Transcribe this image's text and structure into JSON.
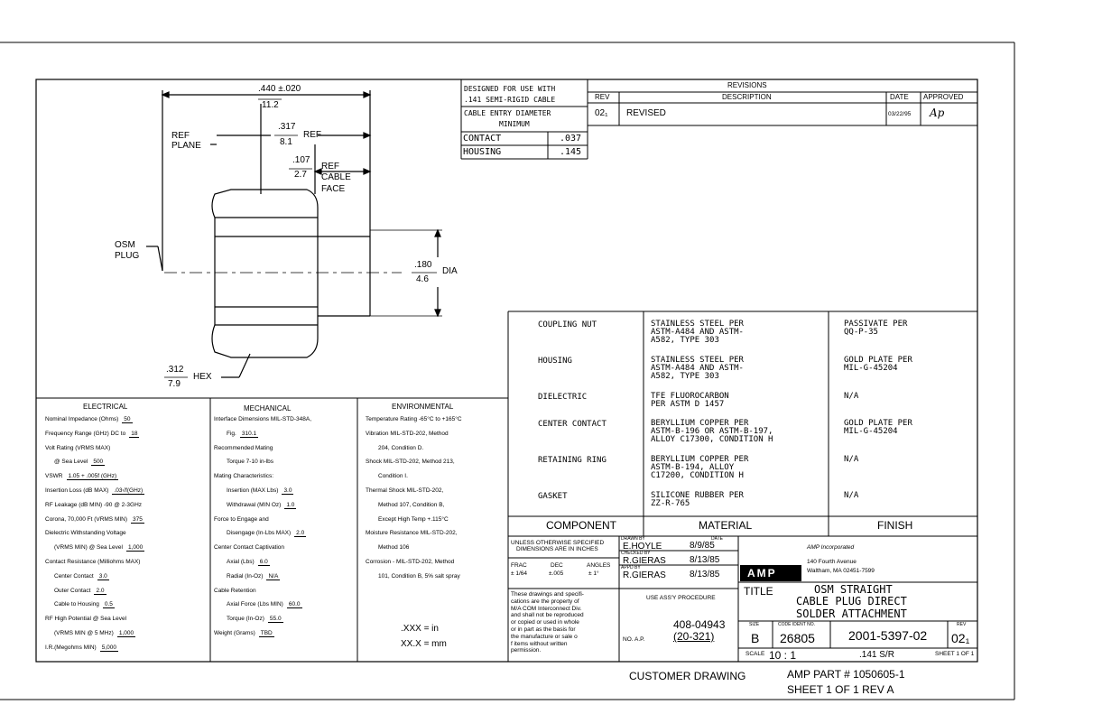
{
  "drawing": {
    "dim_overall": ".440 ±.020",
    "dim_overall_mm": "11.2",
    "dim_ref_plane": ".317",
    "dim_ref_plane_mm": "8.1",
    "ref_label": "REF",
    "ref_plane_label_1": "REF",
    "ref_plane_label_2": "PLANE",
    "dim_cable_face": ".107",
    "dim_cable_face_mm": "2.7",
    "cable_face_1": "REF",
    "cable_face_2": "CABLE",
    "cable_face_3": "FACE",
    "osm_plug_1": "OSM",
    "osm_plug_2": "PLUG",
    "dim_dia": ".180",
    "dim_dia_mm": "4.6",
    "dia_label": "DIA",
    "dim_hex": ".312",
    "dim_hex_mm": "7.9",
    "hex_label": "HEX"
  },
  "design_box": {
    "line1": "DESIGNED FOR USE WITH",
    "line2": ".141 SEMI-RIGID CABLE",
    "line3": "CABLE ENTRY DIAMETER",
    "line4": "MINIMUM",
    "contact_label": "CONTACT",
    "contact_value": ".037",
    "housing_label": "HOUSING",
    "housing_value": ".145"
  },
  "revisions": {
    "title": "REVISIONS",
    "col_rev": "REV",
    "col_desc": "DESCRIPTION",
    "col_date": "DATE",
    "col_approved": "APPROVED",
    "rev": "02₁",
    "desc": "REVISED",
    "date": "03/22/95",
    "approved": "Ap"
  },
  "electrical": {
    "title": "ELECTRICAL",
    "rows": [
      {
        "label": "Nominal Impedance (Ohms)",
        "value": "50"
      },
      {
        "label": "Frequency Range (GHz) DC to",
        "value": "18"
      },
      {
        "label": "Volt Rating (VRMS MAX)",
        "value": ""
      },
      {
        "label": "  @ Sea Level",
        "value": "500"
      },
      {
        "label": "VSWR",
        "value": "1.05 + .005f (GHz)"
      },
      {
        "label": "Insertion Loss (dB MAX)",
        "value": ".03√f(GHz)"
      },
      {
        "label": "RF Leakage (dB MIN) -90 @ 2-3GHz",
        "value": ""
      },
      {
        "label": "Corona, 70,000 Ft (VRMS MIN)",
        "value": "375"
      },
      {
        "label": "Dielectric Withstanding Voltage",
        "value": ""
      },
      {
        "label": "  (VRMS MIN) @ Sea Level",
        "value": "1,000"
      },
      {
        "label": "Contact Resistance (Milliohms MAX)",
        "value": ""
      },
      {
        "label": "  Center Contact",
        "value": "3.0"
      },
      {
        "label": "  Outer Contact",
        "value": "2.0"
      },
      {
        "label": "  Cable to Housing",
        "value": "0.5"
      },
      {
        "label": "RF High Potential @ Sea Level",
        "value": ""
      },
      {
        "label": "  (VRMS MIN @ 5 MHz)",
        "value": "1,000"
      },
      {
        "label": "I.R.(Megohms MIN)",
        "value": "5,000"
      }
    ]
  },
  "mechanical": {
    "title": "MECHANICAL",
    "rows": [
      {
        "label": "Interface Dimensions MIL-STD-348A,",
        "value": ""
      },
      {
        "label": "  Fig.",
        "value": "310.1"
      },
      {
        "label": "Recommended Mating",
        "value": ""
      },
      {
        "label": "  Torque 7-10 in-lbs",
        "value": ""
      },
      {
        "label": "Mating Characteristics:",
        "value": ""
      },
      {
        "label": "  Insertion (MAX Lbs)",
        "value": "3.0"
      },
      {
        "label": "  Withdrawal (MIN Oz)",
        "value": "1.0"
      },
      {
        "label": "Force to Engage and",
        "value": ""
      },
      {
        "label": "  Disengage (In-Lbs MAX)",
        "value": "2.0"
      },
      {
        "label": "Center Contact Captivation",
        "value": ""
      },
      {
        "label": "  Axial (Lbs)",
        "value": "6.0"
      },
      {
        "label": "  Radial (In-Oz)",
        "value": "N/A"
      },
      {
        "label": "Cable Retention",
        "value": ""
      },
      {
        "label": "  Axial Force (Lbs MIN)",
        "value": "60.0"
      },
      {
        "label": "  Torque (In-Oz)",
        "value": "55.0"
      },
      {
        "label": "Weight (Grams)",
        "value": "TBD"
      }
    ]
  },
  "environmental": {
    "title": "ENVIRONMENTAL",
    "rows": [
      "Temperature Rating -65°C to +165°C",
      "Vibration MIL-STD-202, Method",
      "  204, Condition D.",
      "Shock MIL-STD-202, Method 213,",
      "  Condition I.",
      "Thermal Shock MIL-STD-202,",
      "  Method 107, Condition B,",
      "  Except High Temp +.115°C",
      "Moisture Resistance MIL-STD-202,",
      "  Method 106",
      "Corrosion - MIL-STD-202, Method",
      "  101, Condition B, 5% salt spray"
    ],
    "tol_1": ".XXX = in",
    "tol_2": "XX.X = mm"
  },
  "materials": {
    "rows": [
      {
        "component": "COUPLING NUT",
        "material": "STAINLESS STEEL PER\nASTM-A484 AND ASTM-\nA582, TYPE 303",
        "finish": "PASSIVATE PER\nQQ-P-35"
      },
      {
        "component": "HOUSING",
        "material": "STAINLESS STEEL PER\nASTM-A484 AND ASTM-\nA582, TYPE 303",
        "finish": "GOLD PLATE PER\nMIL-G-45204"
      },
      {
        "component": "DIELECTRIC",
        "material": "TFE FLUOROCARBON\nPER ASTM D 1457",
        "finish": "N/A"
      },
      {
        "component": "CENTER CONTACT",
        "material": "BERYLLIUM COPPER PER\nASTM-B-196 OR ASTM-B-197,\nALLOY C17300, CONDITION H",
        "finish": "GOLD PLATE PER\nMIL-G-45204"
      },
      {
        "component": "RETAINING RING",
        "material": "BERYLLIUM COPPER PER\nASTM-B-194, ALLOY\nC17200, CONDITION H",
        "finish": "N/A"
      },
      {
        "component": "GASKET",
        "material": "SILICONE RUBBER PER\nZZ-R-765",
        "finish": "N/A"
      }
    ],
    "head_component": "COMPONENT",
    "head_material": "MATERIAL",
    "head_finish": "FINISH"
  },
  "title_block": {
    "unless_1": "UNLESS OTHERWISE SPECIFIED",
    "unless_2": "DIMENSIONS ARE IN INCHES",
    "frac_label": "FRAC",
    "dec_label": "DEC",
    "angles_label": "ANGLES",
    "frac_value": "± 1/64",
    "dec_value": "±.005",
    "angles_value": "± 1°",
    "drawn_label": "DRAWN BY",
    "date_label": "DATE",
    "drawn_by": "E.HOYLE",
    "drawn_date": "8/9/85",
    "checked_label": "CHECKED BY",
    "checked_by": "R.GIERAS",
    "checked_date": "8/13/85",
    "approved_label": "APPD BY",
    "approved_by": "R.GIERAS",
    "approved_date": "8/13/85",
    "company_1": "AMP Incorporated",
    "company_2": "140 Fourth Avenue",
    "company_3": "Waltham, MA 02451-7599",
    "logo": "AMP",
    "title_label": "TITLE",
    "title_1": "OSM STRAIGHT",
    "title_2": "CABLE PLUG DIRECT",
    "title_3": "SOLDER ATTACHMENT",
    "notice": "These drawings and specifi-\ncations are the property of\nM/A COM Interconnect Div.\nand shall not be reproduced\nor copied or used in whole\nor in part as the basis for\nthe manufacture or sale o\nf items without written\npermission.",
    "use_assy": "USE ASS'Y PROCEDURE",
    "proc_1": "408-04943",
    "proc_2": "(20-321)",
    "no_ap": "NO. A.P.",
    "size_label": "SIZE",
    "size": "B",
    "code_label": "CODE IDENT NO.",
    "code": "26805",
    "dwg_no": "2001-5397-02",
    "rev_label": "REV",
    "rev": "02₁",
    "scale_label": "SCALE",
    "scale": "10 : 1",
    "scale_note": ".141 S/R",
    "sheet": "SHEET 1 OF 1"
  },
  "footer": {
    "customer": "CUSTOMER DRAWING",
    "part": "AMP PART # 1050605-1",
    "sheet": "SHEET 1 OF 1  REV A"
  }
}
